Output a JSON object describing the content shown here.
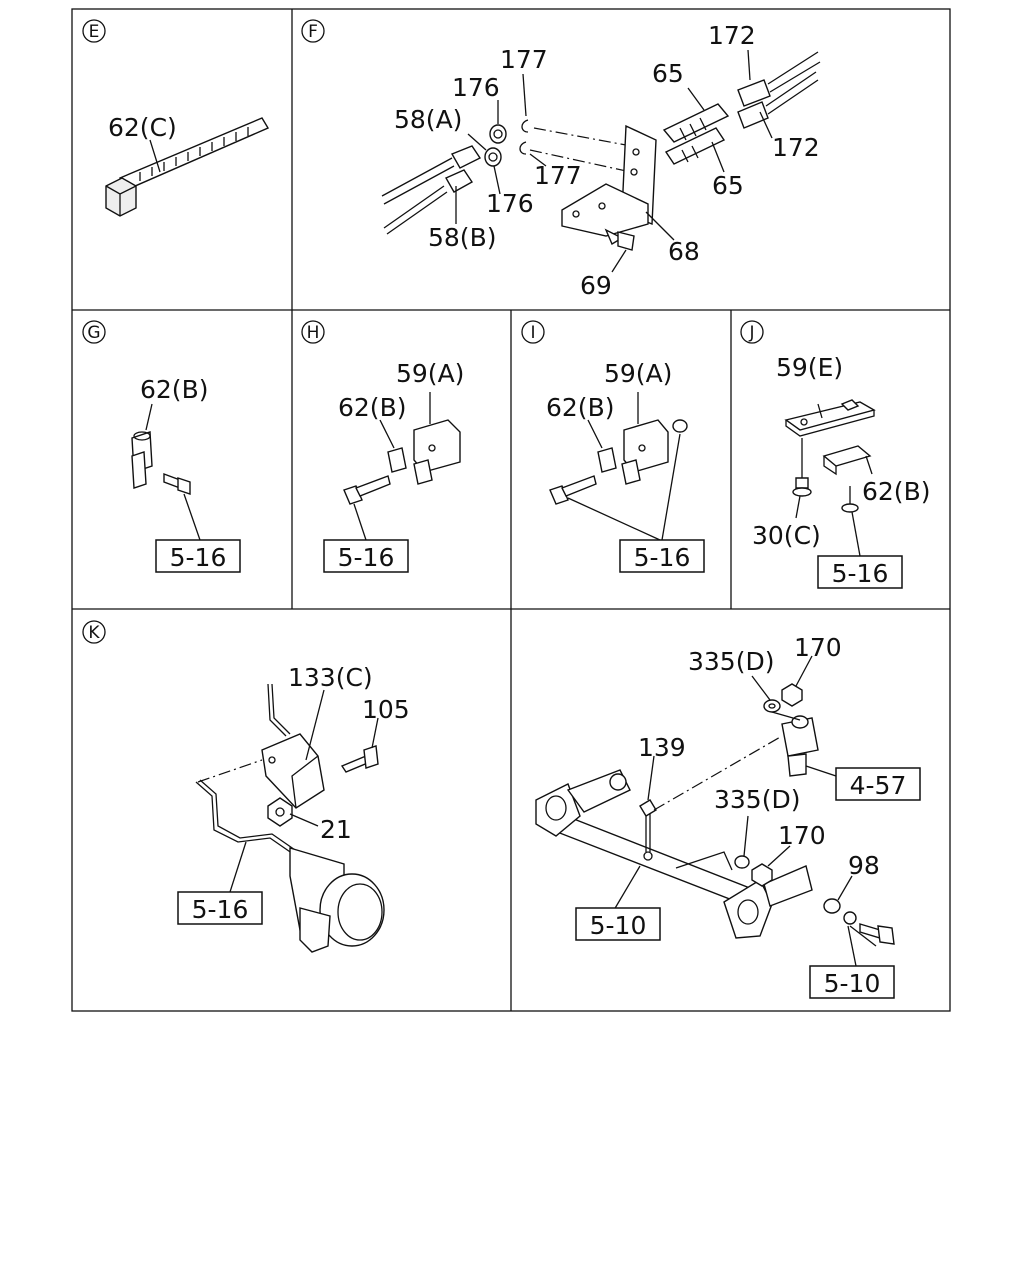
{
  "panels": {
    "E": {
      "letter": "E",
      "labels": {
        "p62c": "62(C)"
      }
    },
    "F": {
      "letter": "F",
      "labels": {
        "p177a": "177",
        "p176a": "176",
        "p58a": "58(A)",
        "p177b": "177",
        "p176b": "176",
        "p58b": "58(B)",
        "p65a": "65",
        "p65b": "65",
        "p172a": "172",
        "p172b": "172",
        "p68": "68",
        "p69": "69"
      }
    },
    "G": {
      "letter": "G",
      "labels": {
        "p62b": "62(B)"
      },
      "ref": "5-16"
    },
    "H": {
      "letter": "H",
      "labels": {
        "p59a": "59(A)",
        "p62b": "62(B)"
      },
      "ref": "5-16"
    },
    "I": {
      "letter": "I",
      "labels": {
        "p59a": "59(A)",
        "p62b": "62(B)"
      },
      "ref": "5-16"
    },
    "J": {
      "letter": "J",
      "labels": {
        "p59e": "59(E)",
        "p62b": "62(B)",
        "p30c": "30(C)"
      },
      "ref": "5-16"
    },
    "K": {
      "letter": "K",
      "labels": {
        "p133c": "133(C)",
        "p105": "105",
        "p21": "21"
      },
      "ref": "5-16"
    },
    "L": {
      "labels": {
        "p335a": "335(D)",
        "p170a": "170",
        "p139": "139",
        "p335b": "335(D)",
        "p170b": "170",
        "p98": "98"
      },
      "ref_457": "4-57",
      "ref_510a": "5-10",
      "ref_510b": "5-10"
    }
  }
}
